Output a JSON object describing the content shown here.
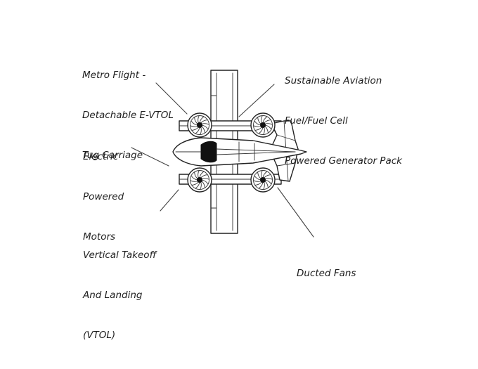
{
  "labels": {
    "metro_flight": [
      "Metro Flight -",
      "Detachable E-VTOL",
      "Tug Carriage"
    ],
    "sustainable_aviation": [
      "Sustainable Aviation",
      "Fuel/Fuel Cell",
      "Powered Generator Pack"
    ],
    "electric_motors": [
      "Electric",
      "Powered",
      "Motors"
    ],
    "vtol": [
      "Vertical Takeoff",
      "And Landing",
      "(VTOL)"
    ],
    "ducted_fans": [
      "Ducted Fans"
    ]
  },
  "icons": [
    "aircraft-diagram",
    "ducted-fan-icon"
  ]
}
